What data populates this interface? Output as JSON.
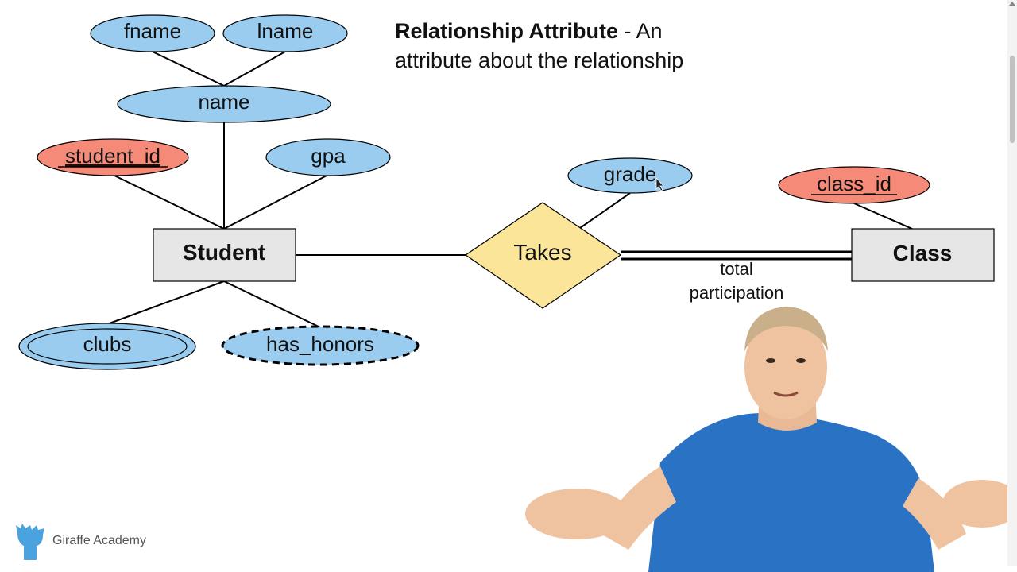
{
  "title": {
    "bold": "Relationship Attribute",
    "rest_line1": " - An",
    "line2": "attribute about the relationship"
  },
  "entities": {
    "student": "Student",
    "class": "Class"
  },
  "relationship": {
    "takes": "Takes"
  },
  "attributes": {
    "fname": "fname",
    "lname": "lname",
    "name": "name",
    "student_id": "student_id",
    "gpa": "gpa",
    "clubs": "clubs",
    "has_honors": "has_honors",
    "grade": "grade",
    "class_id": "class_id"
  },
  "participation_label": {
    "line1": "total",
    "line2": "participation"
  },
  "brand": {
    "label": "Giraffe Academy"
  },
  "colors": {
    "attribute": "#99ccee",
    "key_attribute": "#f58a78",
    "relationship": "#fbe599",
    "entity": "#e6e6e6",
    "brand_icon": "#4aa3df",
    "shirt": "#2a72c4",
    "skin": "#f0c3a0"
  }
}
